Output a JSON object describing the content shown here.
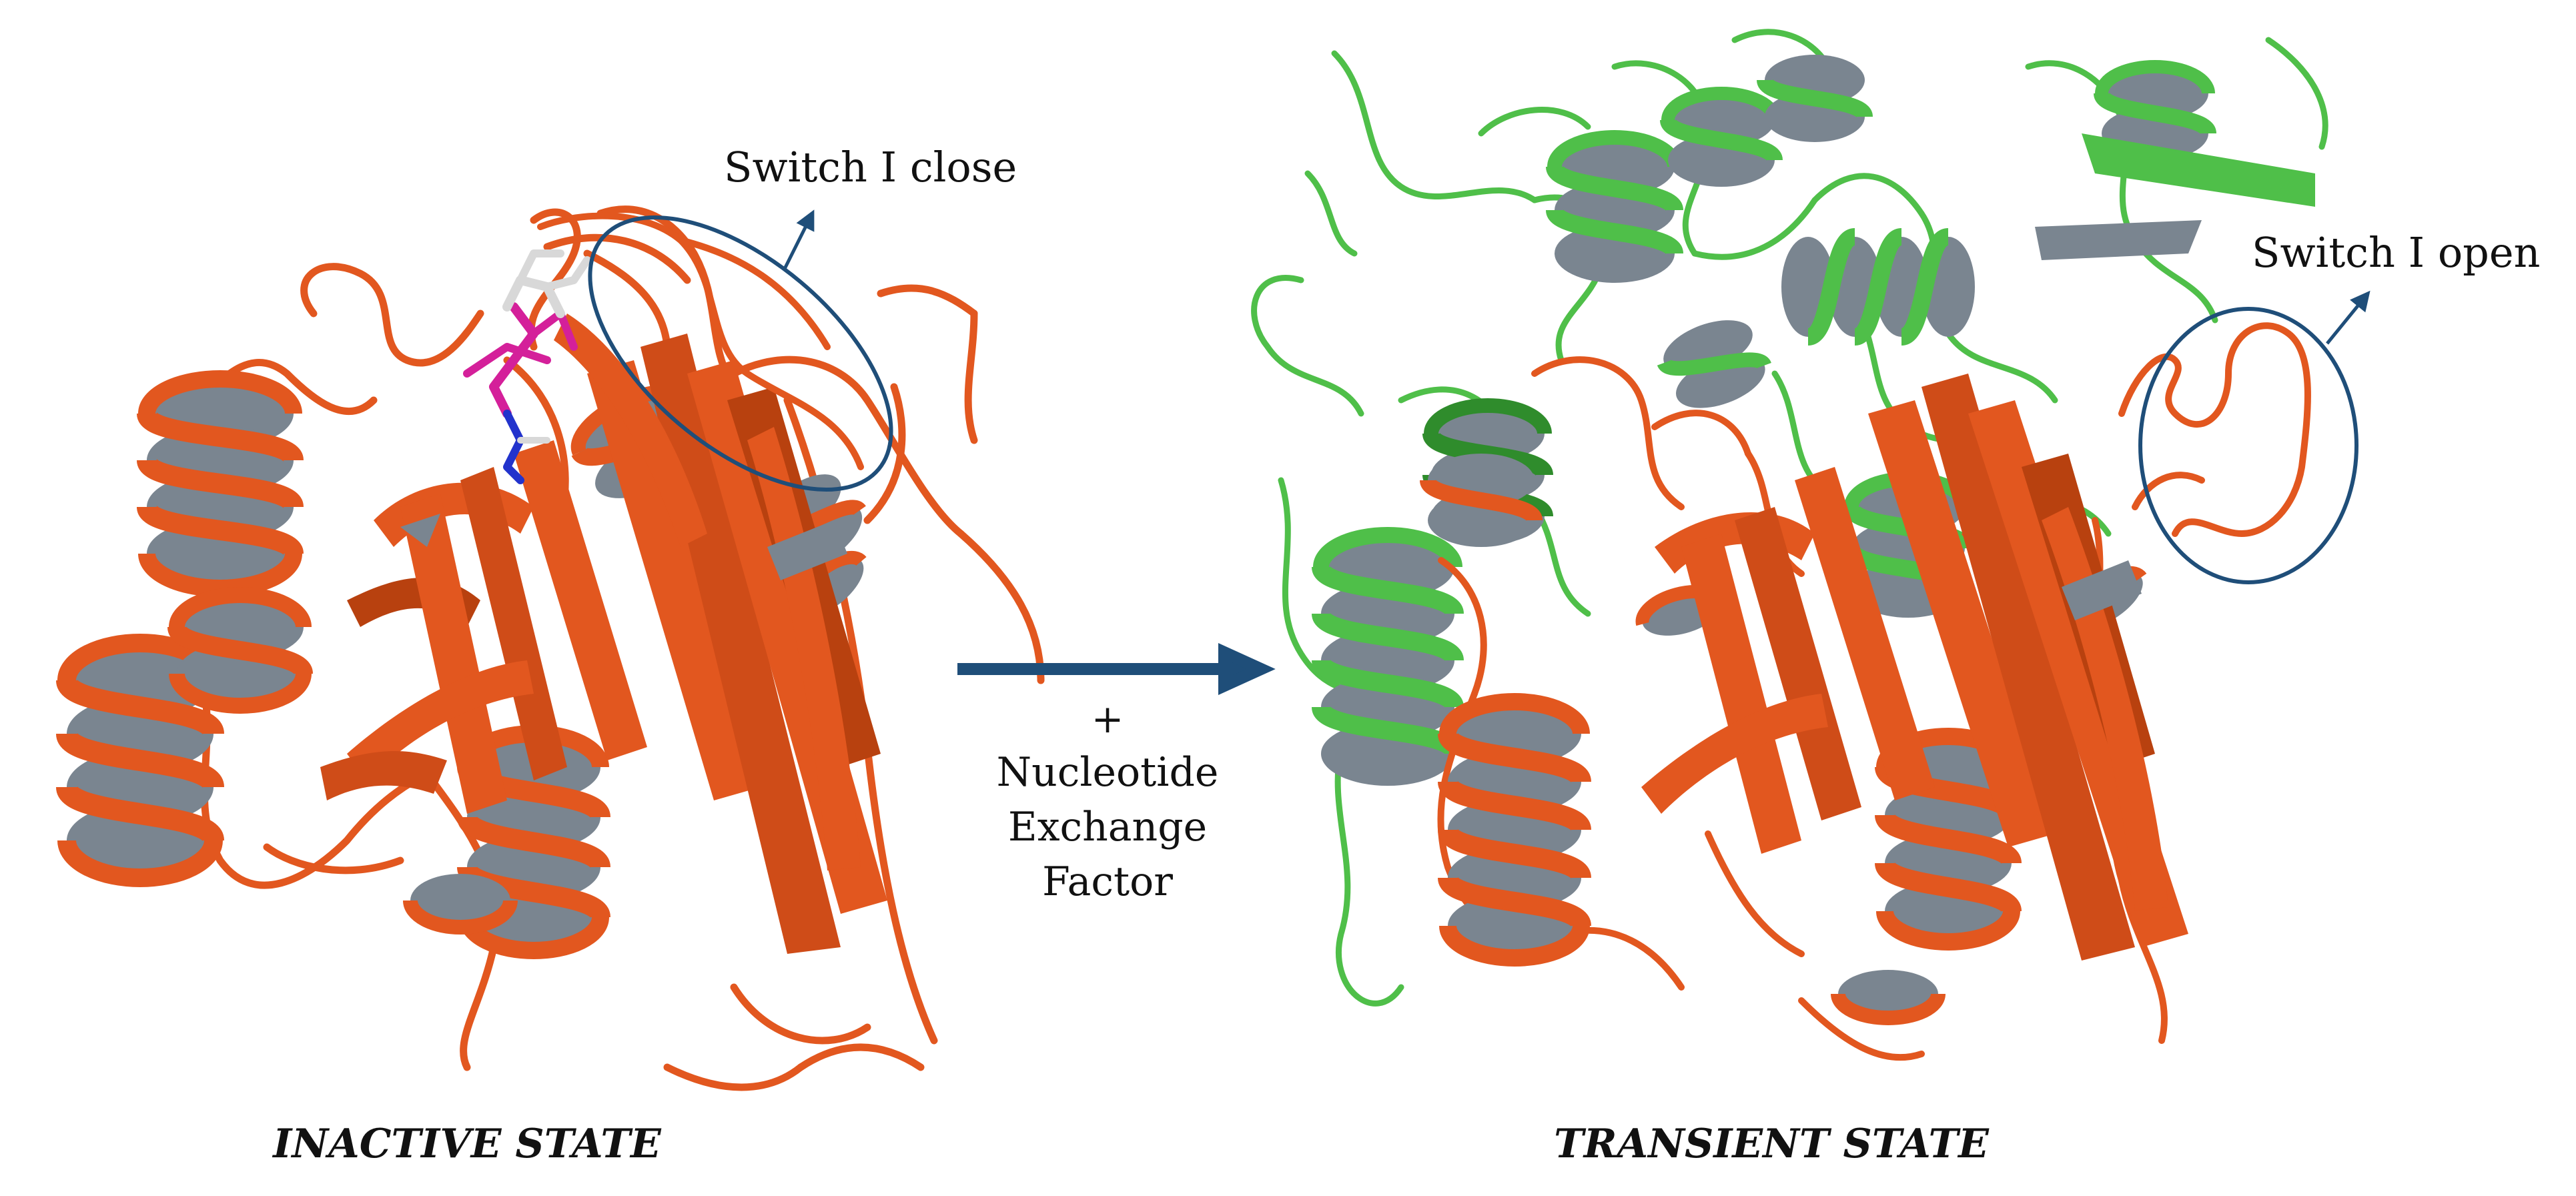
{
  "labels": {
    "switch_close": "Switch I close",
    "switch_open": "Switch I open",
    "plus": "+",
    "nef_line1": "Nucleotide",
    "nef_line2": "Exchange",
    "nef_line3": "Factor",
    "inactive_state": "INACTIVE STATE",
    "transient_state": "TRANSIENT STATE"
  },
  "colors": {
    "ras_ribbon": "#e2571f",
    "ras_ribbon_dark": "#b8410f",
    "helix_inner": "#7a8590",
    "gef_ribbon": "#4fbf49",
    "gef_dark": "#2f8c2c",
    "annotation_blue": "#1f4e79",
    "nucleotide_phosphate": "#d4209a",
    "nucleotide_ribose": "#d8d8d8",
    "nucleotide_nitrogen": "#2233cc"
  }
}
